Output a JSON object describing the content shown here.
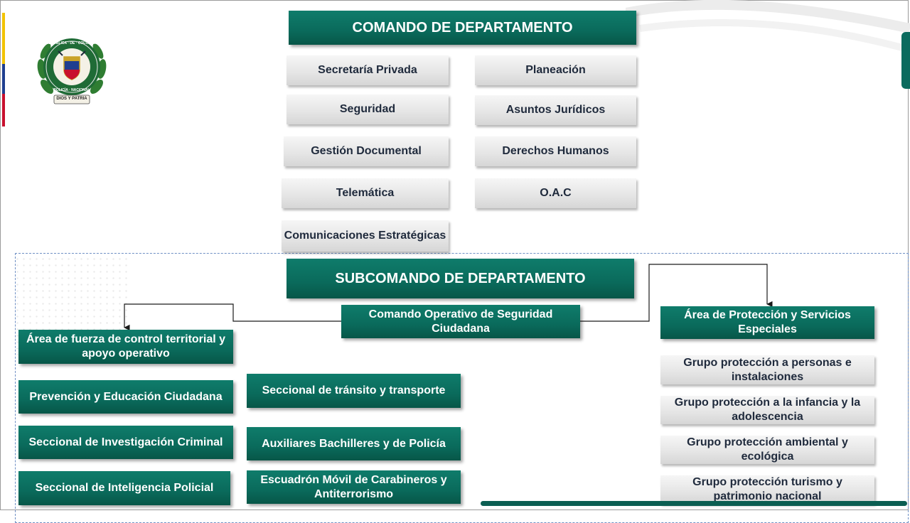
{
  "crest": {
    "ring_text_top": "REPÚBLICA · DE · COLOMBIA",
    "ring_text_bottom": "POLICÍA · NACIONAL",
    "motto": "DIOS Y PATRIA"
  },
  "comando": {
    "title": "COMANDO DE DEPARTAMENTO",
    "left_units": [
      "Secretaría Privada",
      "Seguridad",
      "Gestión Documental",
      "Telemática",
      "Comunicaciones Estratégicas"
    ],
    "right_units": [
      "Planeación",
      "Asuntos Jurídicos",
      "Derechos Humanos",
      "O.A.C"
    ]
  },
  "subcomando": {
    "title": "SUBCOMANDO DE DEPARTAMENTO",
    "comando_operativo": "Comando Operativo de Seguridad Ciudadana",
    "area_fuerza": "Área de fuerza de control territorial y apoyo operativo",
    "left_column": [
      "Prevención y Educación Ciudadana",
      "Seccional de Investigación Criminal",
      "Seccional de Inteligencia Policial"
    ],
    "middle_column": [
      "Seccional de tránsito y transporte",
      "Auxiliares Bachilleres y de Policía",
      "Escuadrón Móvil de Carabineros y Antiterrorismo"
    ],
    "area_proteccion": "Área de Protección y Servicios Especiales",
    "grupos": [
      "Grupo protección a personas e instalaciones",
      "Grupo protección a la infancia y la adolescencia",
      "Grupo protección ambiental y ecológica",
      "Grupo protección turismo y patrimonio nacional"
    ]
  },
  "colors": {
    "accent_green": "#0a6a5b",
    "box_grey": "#e6e6e6",
    "text_dark": "#1f2a3c",
    "flag": [
      "#f2c300",
      "#1f3e8f",
      "#c8102e"
    ]
  }
}
